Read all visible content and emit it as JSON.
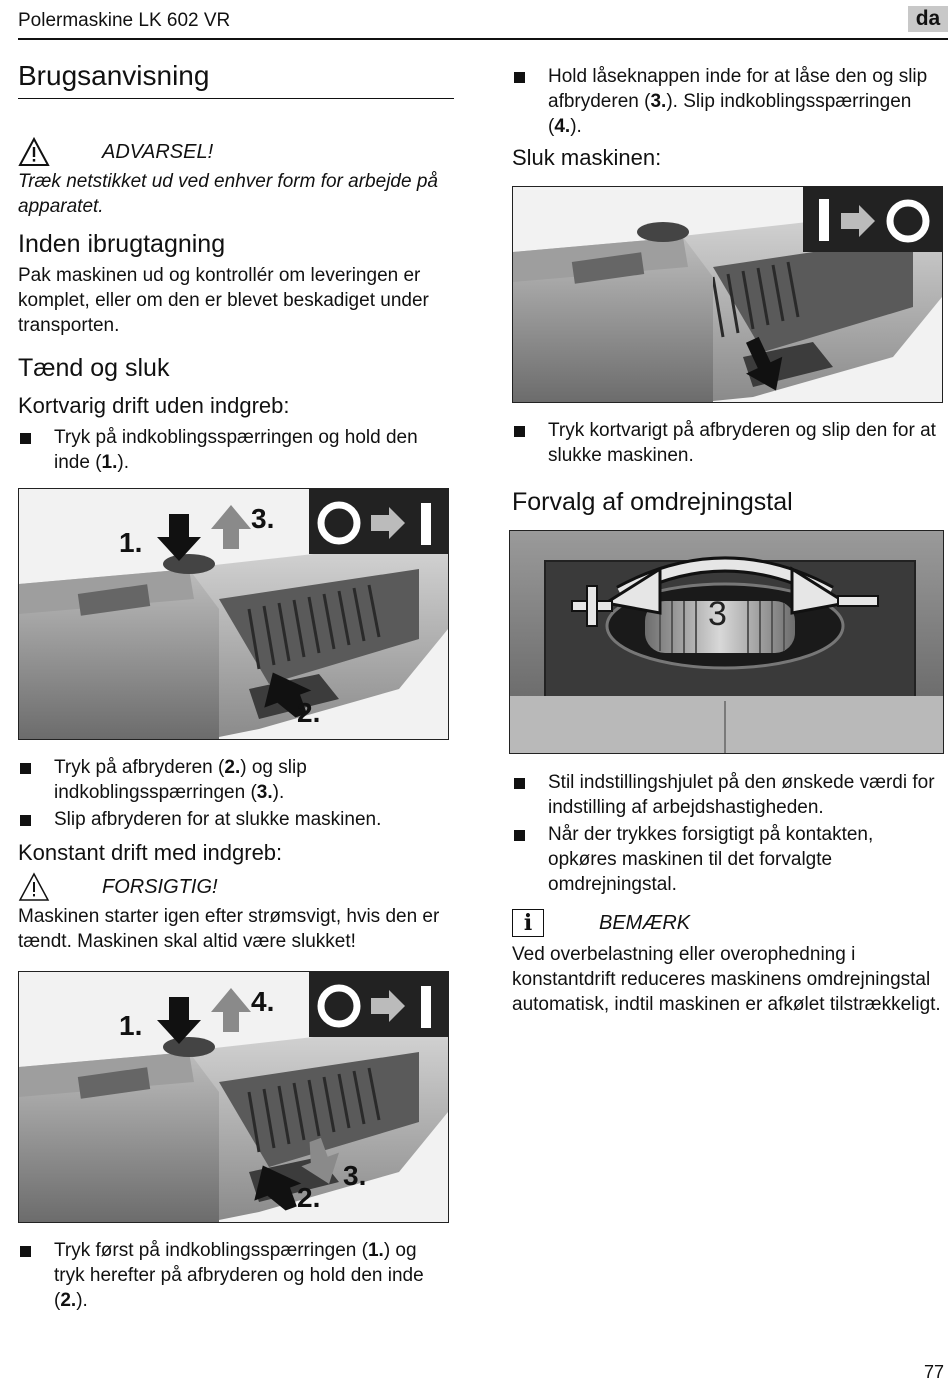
{
  "header": {
    "title": "Polermaskine LK 602 VR",
    "lang": "da"
  },
  "left": {
    "title": "Brugsanvisning",
    "warning": {
      "label": "ADVARSEL!",
      "text": "Træk netstikket ud ved enhver form for arbejde på apparatet."
    },
    "before_use": {
      "heading": "Inden ibrugtagning",
      "text": "Pak maskinen ud og kontrollér om leveringen er komplet, eller om den er blevet beskadiget under transporten."
    },
    "onoff": {
      "heading": "Tænd og sluk",
      "short_run": {
        "heading": "Kortvarig drift uden indgreb:",
        "b1": {
          "a": "Tryk på indkoblingsspærringen og hold den inde (",
          "n": "1.",
          "b": ")."
        },
        "figure": {
          "l1": "1.",
          "l2": "2.",
          "l3": "3."
        },
        "b2": {
          "a": "Tryk på afbryderen (",
          "n1": "2.",
          "m": ") og slip indkoblingsspærringen (",
          "n2": "3.",
          "b": ")."
        },
        "b3": "Slip afbryderen for at slukke maskinen."
      },
      "continuous": {
        "heading": "Konstant drift med indgreb:",
        "caution_label": "FORSIGTIG!",
        "caution_text": "Maskinen starter igen efter strømsvigt, hvis den er tændt. Maskinen skal altid være slukket!",
        "figure": {
          "l1": "1.",
          "l2": "2.",
          "l3": "3.",
          "l4": "4."
        },
        "b1": {
          "a": "Tryk først på indkoblingsspærringen (",
          "n1": "1.",
          "m": ") og tryk herefter på afbryderen og hold den inde (",
          "n2": "2.",
          "b": ")."
        }
      }
    }
  },
  "right": {
    "b1": {
      "a": "Hold låseknappen inde for at låse den og slip afbryderen (",
      "n1": "3.",
      "m": "). Slip indkoblings­spærringen (",
      "n2": "4.",
      "b": ")."
    },
    "off_heading": "Sluk maskinen:",
    "off_b1": "Tryk kortvarigt på afbryderen og slip den for at slukke maskinen.",
    "speed": {
      "heading": "Forvalg af omdrejningstal",
      "dial_value": "3",
      "b1": "Stil indstillingshjulet på den ønskede værdi for indstilling af arbejdshastigheden.",
      "b2": "Når der trykkes forsigtigt på kontakten, opkøres maskinen til det forvalgte omdrejningstal."
    },
    "note": {
      "label": "BEMÆRK",
      "text": "Ved overbelastning eller overophedning i konstantdrift reduceres maskinens omdrejningstal automatisk, indtil maskinen er afkølet tilstrækkeligt."
    }
  },
  "page_number": "77"
}
